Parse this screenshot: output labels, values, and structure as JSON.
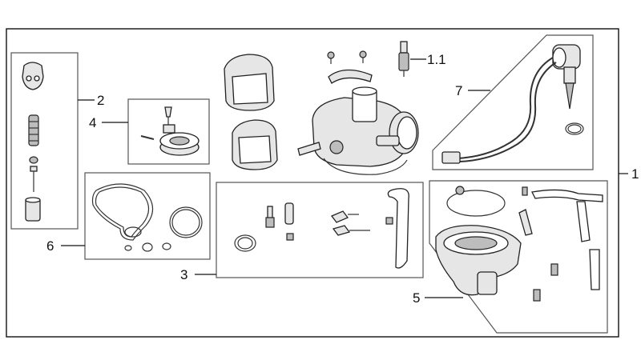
{
  "callouts": {
    "assembly": "1",
    "air_screw": "1.1",
    "needle_set": "2",
    "jet_kit": "3",
    "float_set": "4",
    "float_chamber": "5",
    "gasket_set": "6",
    "auto_choke": "7"
  },
  "colors": {
    "line": "#111111",
    "part_fill": "#e6e6e6",
    "shadow": "#bdbdbd"
  }
}
